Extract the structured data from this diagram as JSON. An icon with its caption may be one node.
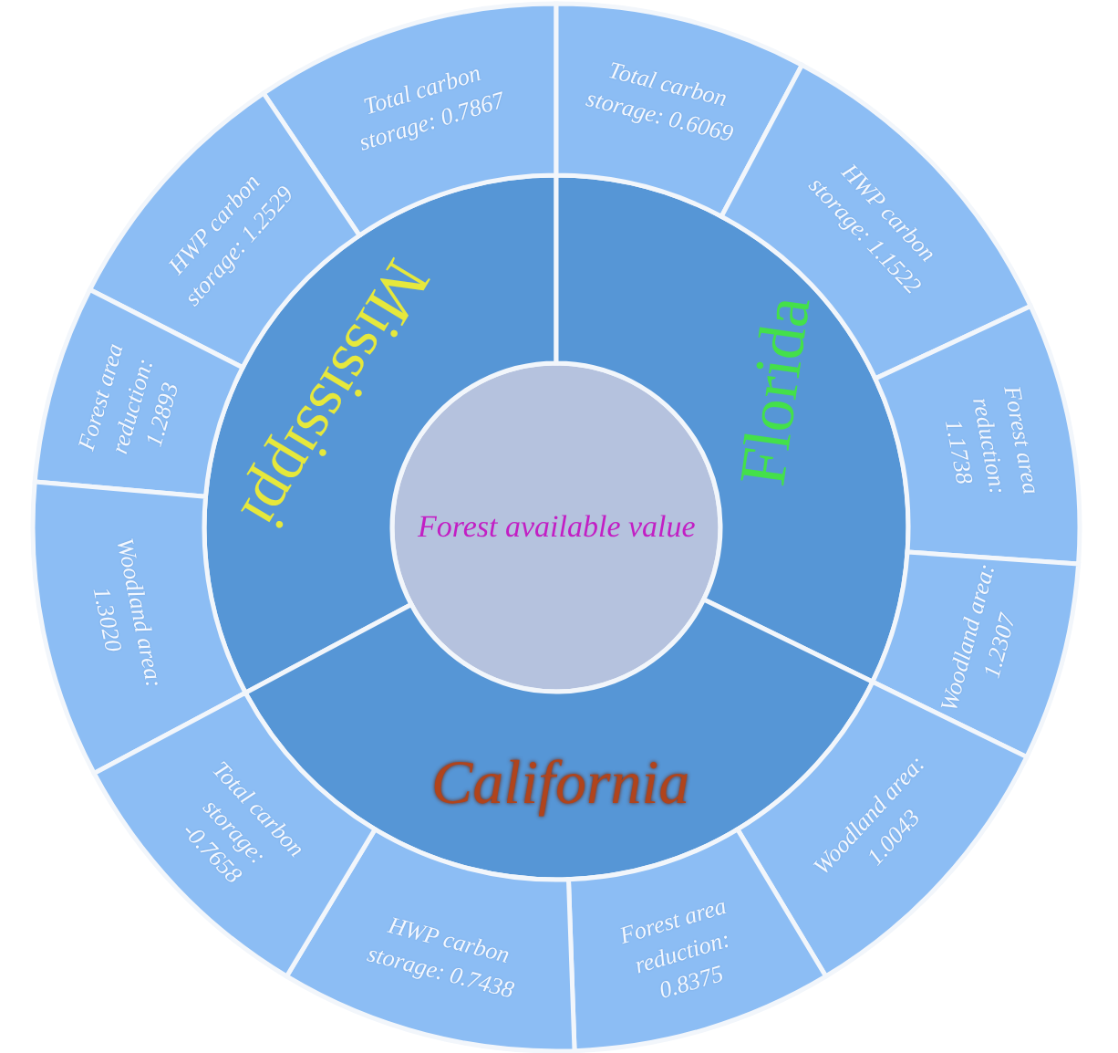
{
  "diagram": {
    "nodes": [
      {
        "text": [
          "Forest available value"
        ]
      },
      {
        "text": [
          "Mississippi"
        ]
      },
      {
        "text": [
          "Florida"
        ]
      },
      {
        "text": [
          "California"
        ]
      },
      {
        "text": [
          "Total carbon storage: 0.7867"
        ]
      },
      {
        "text": [
          "HWP carbon storage: 1.2529"
        ]
      },
      {
        "text": [
          "Forest area reduction: 1.2893"
        ]
      },
      {
        "text": [
          "Woodland area: 1.3020"
        ]
      },
      {
        "text": [
          "Total carbon storage: 0.6069"
        ]
      },
      {
        "text": [
          "HWP carbon storage: 1.1522"
        ]
      },
      {
        "text": [
          "Forest area reduction: 1.1738"
        ]
      },
      {
        "text": [
          "Woodland area: 1.2307"
        ]
      },
      {
        "text": [
          "Woodland area: 1.0043"
        ]
      },
      {
        "text": [
          "Forest area reduction: 0.8375"
        ]
      },
      {
        "text": [
          "HWP carbon storage: 0.7438"
        ]
      },
      {
        "text": [
          "Total carbon storage: -0.7658"
        ]
      }
    ]
  }
}
